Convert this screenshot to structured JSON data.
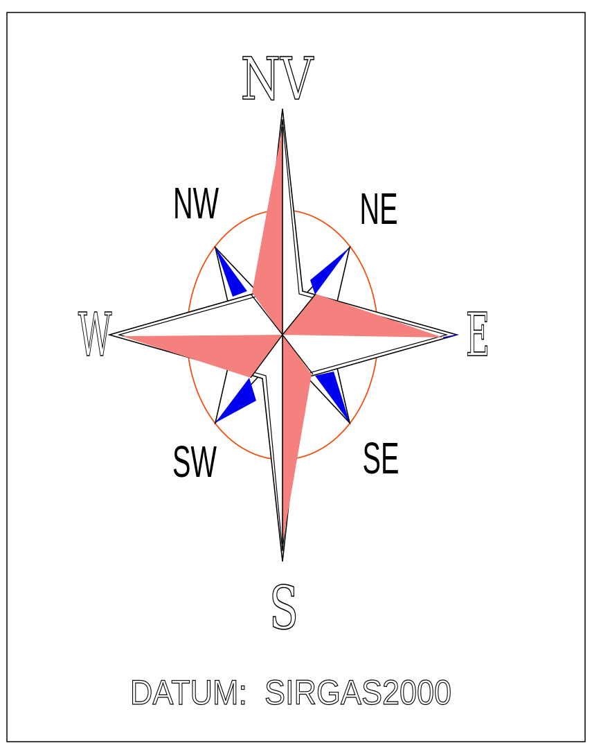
{
  "compass": {
    "north_label": "NV",
    "south_label": "S",
    "east_label": "E",
    "west_label": "W",
    "northeast_label": "NE",
    "northwest_label": "NW",
    "southeast_label": "SE",
    "southwest_label": "SW"
  },
  "footer": {
    "datum_text": "DATUM:  SIRGAS2000"
  },
  "colors": {
    "main_fill": "#F4817E",
    "diagonal_fill": "#0000F0",
    "ring": "#F05010",
    "outline": "#000000",
    "background": "#FFFFFF"
  }
}
